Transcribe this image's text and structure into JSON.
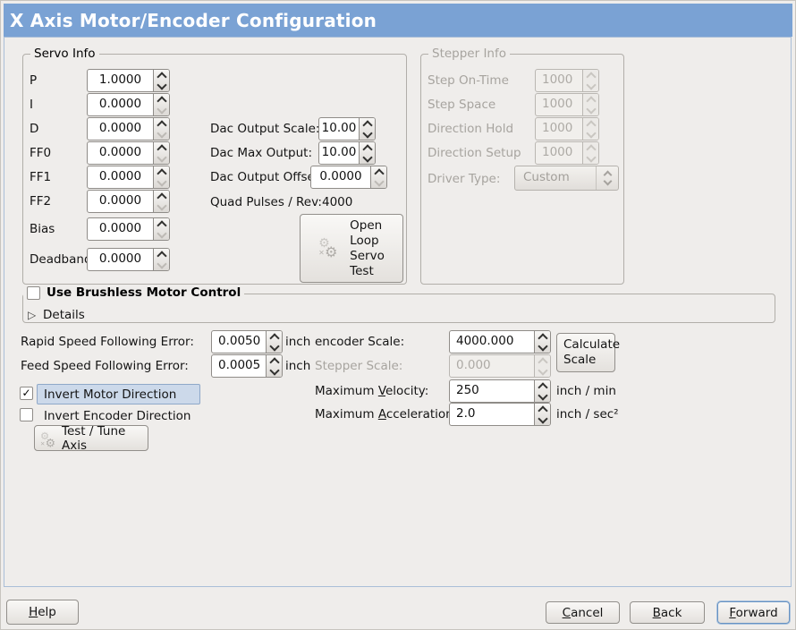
{
  "colors": {
    "titlebar_bg": "#7aa2d4",
    "titlebar_text": "#ffffff",
    "window_bg": "#efedeb",
    "content_border": "#a9bed8",
    "focus_highlight_bg": "#ccd9ea",
    "focus_highlight_border": "#8fa8c8"
  },
  "icons": {
    "gears": "⚙",
    "gear_small": "⚙",
    "expander_collapsed": "▷"
  },
  "titlebar": {
    "title": "X Axis Motor/Encoder Configuration"
  },
  "servo": {
    "legend": "Servo Info",
    "rows": [
      {
        "label": "P",
        "value": "1.0000"
      },
      {
        "label": "I",
        "value": "0.0000"
      },
      {
        "label": "D",
        "value": "0.0000"
      },
      {
        "label": "FF0",
        "value": "0.0000"
      },
      {
        "label": "FF1",
        "value": "0.0000"
      },
      {
        "label": "FF2",
        "value": "0.0000"
      },
      {
        "label": "Bias",
        "value": "0.0000"
      },
      {
        "label": "Deadband",
        "value": "0.0000"
      }
    ]
  },
  "dac": {
    "scale_label": "Dac Output Scale:",
    "scale_value": "10.00",
    "max_label": "Dac Max Output:",
    "max_value": "10.00",
    "offset_label": "Dac Output Offset:",
    "offset_value": "0.0000",
    "quad_label": "Quad Pulses / Rev:",
    "quad_value": "4000",
    "open_loop_button": "Open\nLoop\nServo\nTest"
  },
  "stepper": {
    "legend": "Stepper Info",
    "rows": [
      {
        "label": "Step On-Time",
        "value": "1000"
      },
      {
        "label": "Step Space",
        "value": "1000"
      },
      {
        "label": "Direction Hold",
        "value": "1000"
      },
      {
        "label": "Direction Setup",
        "value": "1000"
      }
    ],
    "driver_label": "Driver Type:",
    "driver_value": "Custom"
  },
  "brushless": {
    "label": "Use Brushless Motor Control",
    "details": "Details"
  },
  "ferror": {
    "rapid_label": "Rapid Speed Following Error:",
    "rapid_value": "0.0050",
    "rapid_unit": "inch",
    "feed_label": "Feed Speed Following Error:",
    "feed_value": "0.0005",
    "feed_unit": "inch"
  },
  "scale": {
    "encoder_label": "encoder Scale:",
    "encoder_value": "4000.000",
    "stepper_label": "Stepper Scale:",
    "stepper_value": "0.000",
    "calc_button": "Calculate\nScale"
  },
  "velocity": {
    "pre": "Maximum ",
    "mn": "V",
    "post": "elocity:",
    "value": "250",
    "unit": "inch / min"
  },
  "accel": {
    "pre": "Maximum ",
    "mn": "A",
    "post": "cceleration:",
    "value": "2.0",
    "unit": "inch / sec²"
  },
  "invert": {
    "motor_label": "Invert Motor Direction",
    "motor_check": "✓",
    "encoder_label": "Invert Encoder Direction"
  },
  "test_axis_button": "Test / Tune Axis",
  "actions": {
    "help_mn": "H",
    "help_post": "elp",
    "cancel_mn": "C",
    "cancel_post": "ancel",
    "back_mn": "B",
    "back_post": "ack",
    "forward_mn": "F",
    "forward_post": "orward"
  }
}
